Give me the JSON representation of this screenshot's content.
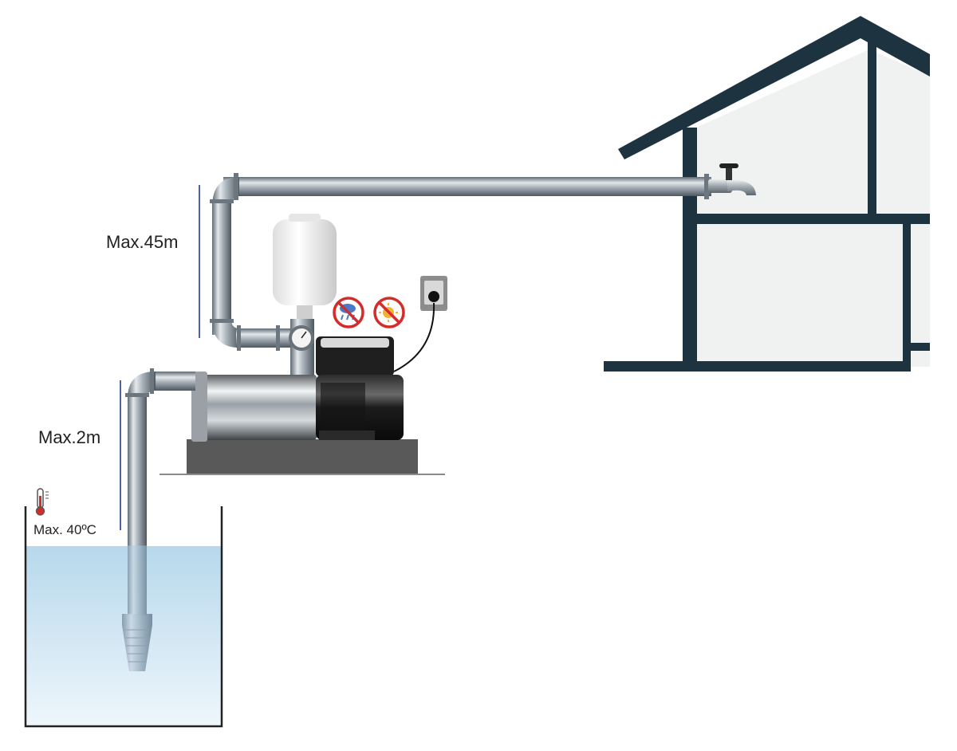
{
  "labels": {
    "max_head": "Max.45m",
    "max_suction": "Max.2m",
    "max_temperature": "Max. 40ºC"
  },
  "icons": {
    "no_rain": "no-rain-icon",
    "no_sun": "no-sun-icon",
    "thermometer": "thermometer-icon",
    "tap": "water-tap-icon",
    "socket": "power-socket-icon"
  },
  "colors": {
    "house_outline": "#1d3340",
    "house_fill": "#f0f2f1",
    "water_top": "#b7d8ec",
    "water_bottom": "#eef6fb",
    "dimension_line": "#4a63a8",
    "prohibition_red": "#d42b2b",
    "pump_base": "#595959"
  }
}
